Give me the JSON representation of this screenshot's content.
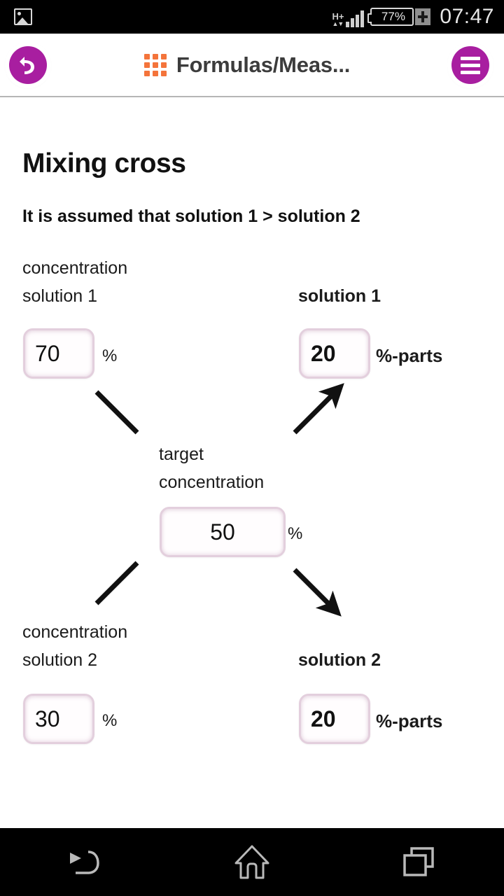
{
  "status_bar": {
    "gallery_icon": "image-icon",
    "network_type": "H+",
    "signal_icon": "signal-bars-icon",
    "battery_percent": "77%",
    "battery_charging_icon": "charging-plug-icon",
    "time": "07:47"
  },
  "app_bar": {
    "back_icon": "undo-back-icon",
    "grid_icon": "apps-grid-icon",
    "title": "Formulas/Meas...",
    "menu_icon": "hamburger-menu-icon"
  },
  "page": {
    "title": "Mixing cross",
    "assumption": "It is assumed that solution 1 > solution 2"
  },
  "fields": {
    "conc_solution_1": {
      "label": "concentration\nsolution 1",
      "value": "70",
      "unit": "%"
    },
    "parts_solution_1": {
      "label": "solution 1",
      "value": "20",
      "unit": "%-parts"
    },
    "target_concentration": {
      "label": "target\nconcentration",
      "value": "50",
      "unit": "%"
    },
    "conc_solution_2": {
      "label": "concentration\nsolution 2",
      "value": "30",
      "unit": "%"
    },
    "parts_solution_2": {
      "label": "solution 2",
      "value": "20",
      "unit": "%-parts"
    }
  },
  "diagram": {
    "arrow_top_left": "line-from-solution1-to-target",
    "arrow_top_right": "arrow-from-target-to-parts-solution1",
    "arrow_bottom_left": "line-from-solution2-to-target",
    "arrow_bottom_right": "arrow-from-target-to-parts-solution2"
  },
  "nav_bar": {
    "back": "back-icon",
    "home": "home-icon",
    "recents": "recents-icon"
  },
  "colors": {
    "accent_purple": "#a81ea0",
    "grid_orange": "#f4743b",
    "input_border": "#e3cfdd",
    "status_bg": "#000000"
  }
}
